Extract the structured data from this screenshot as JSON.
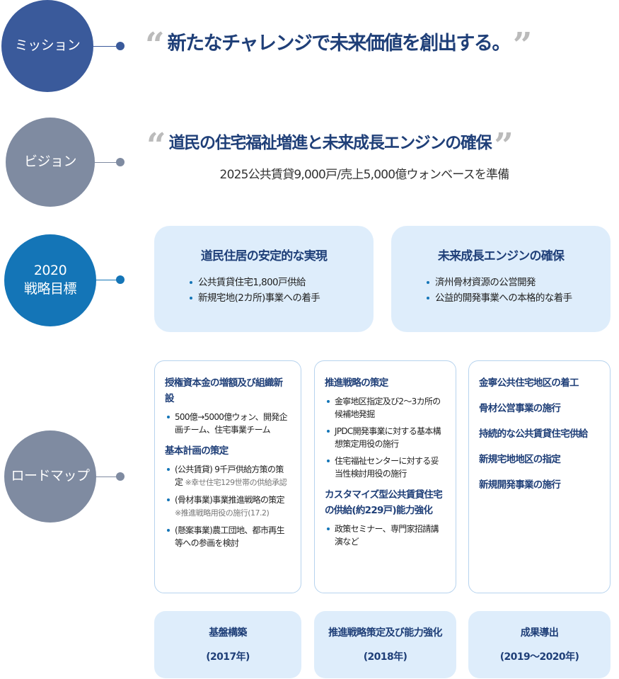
{
  "labels": {
    "mission": "ミッション",
    "vision": "ビジョン",
    "goal_line1": "2020",
    "goal_line2": "戦略目標",
    "roadmap": "ロードマップ"
  },
  "mission": {
    "text": "新たなチャレンジで未来価値を創出する。"
  },
  "vision": {
    "text": "道民の住宅福祉増進と未来成長エンジンの確保",
    "sub": "2025公共賃貸9,000戸/売上5,000億ウォンベースを準備"
  },
  "goals": [
    {
      "title": "道民住居の安定的な実現",
      "items": [
        "公共賃貸住宅1,800戸供給",
        "新規宅地(2カ所)事業への着手"
      ]
    },
    {
      "title": "未来成長エンジンの確保",
      "items": [
        "済州骨材資源の公営開発",
        "公益的開発事業への本格的な着手"
      ]
    }
  ],
  "roadmap": {
    "col1": {
      "head1": "授権資本金の増額及び組織新設",
      "list1": [
        "500億→5000億ウォン、開発企画チーム、住宅事業チーム"
      ],
      "head2": "基本計画の策定",
      "items2": [
        {
          "text": "(公共賃貸) 9千戸供給方策の策定",
          "note": "※幸せ住宅129世帯の供給承認"
        },
        {
          "text": "(骨材事業)事業推進戦略の策定",
          "note": "※推進戦略用役の施行(17.2)"
        },
        {
          "text": "(懸案事業)農工団地、都市再生等への参画を検討",
          "note": ""
        }
      ]
    },
    "col2": {
      "head1": "推進戦略の策定",
      "list1": [
        "金寧地区指定及び2～3カ所の候補地発掘",
        "JPDC開発事業に対する基本構想策定用役の施行",
        "住宅福祉センターに対する妥当性検討用役の施行"
      ],
      "head2": "カスタマイズ型公共賃貸住宅の供給(約229戸)能力強化",
      "list2": [
        "政策セミナー、専門家招請講演など"
      ]
    },
    "col3": {
      "items": [
        "金寧公共住宅地区の着工",
        "骨材公営事業の施行",
        "持続的な公共賃貸住宅供給",
        "新規宅地地区の指定",
        "新規開発事業の施行"
      ]
    }
  },
  "phases": [
    {
      "title": "基盤構築",
      "year": "(2017年)"
    },
    {
      "title": "推進戦略策定及び能力強化",
      "year": "(2018年)"
    },
    {
      "title": "成果導出",
      "year": "(2019～2020年)"
    }
  ],
  "colors": {
    "mission_circle": "#3a5a9b",
    "vision_circle": "#7f8ba1",
    "goal_circle": "#1475b7",
    "roadmap_circle": "#7f8ba1",
    "accent_text": "#1f3f78",
    "light_box": "#deedfb"
  }
}
